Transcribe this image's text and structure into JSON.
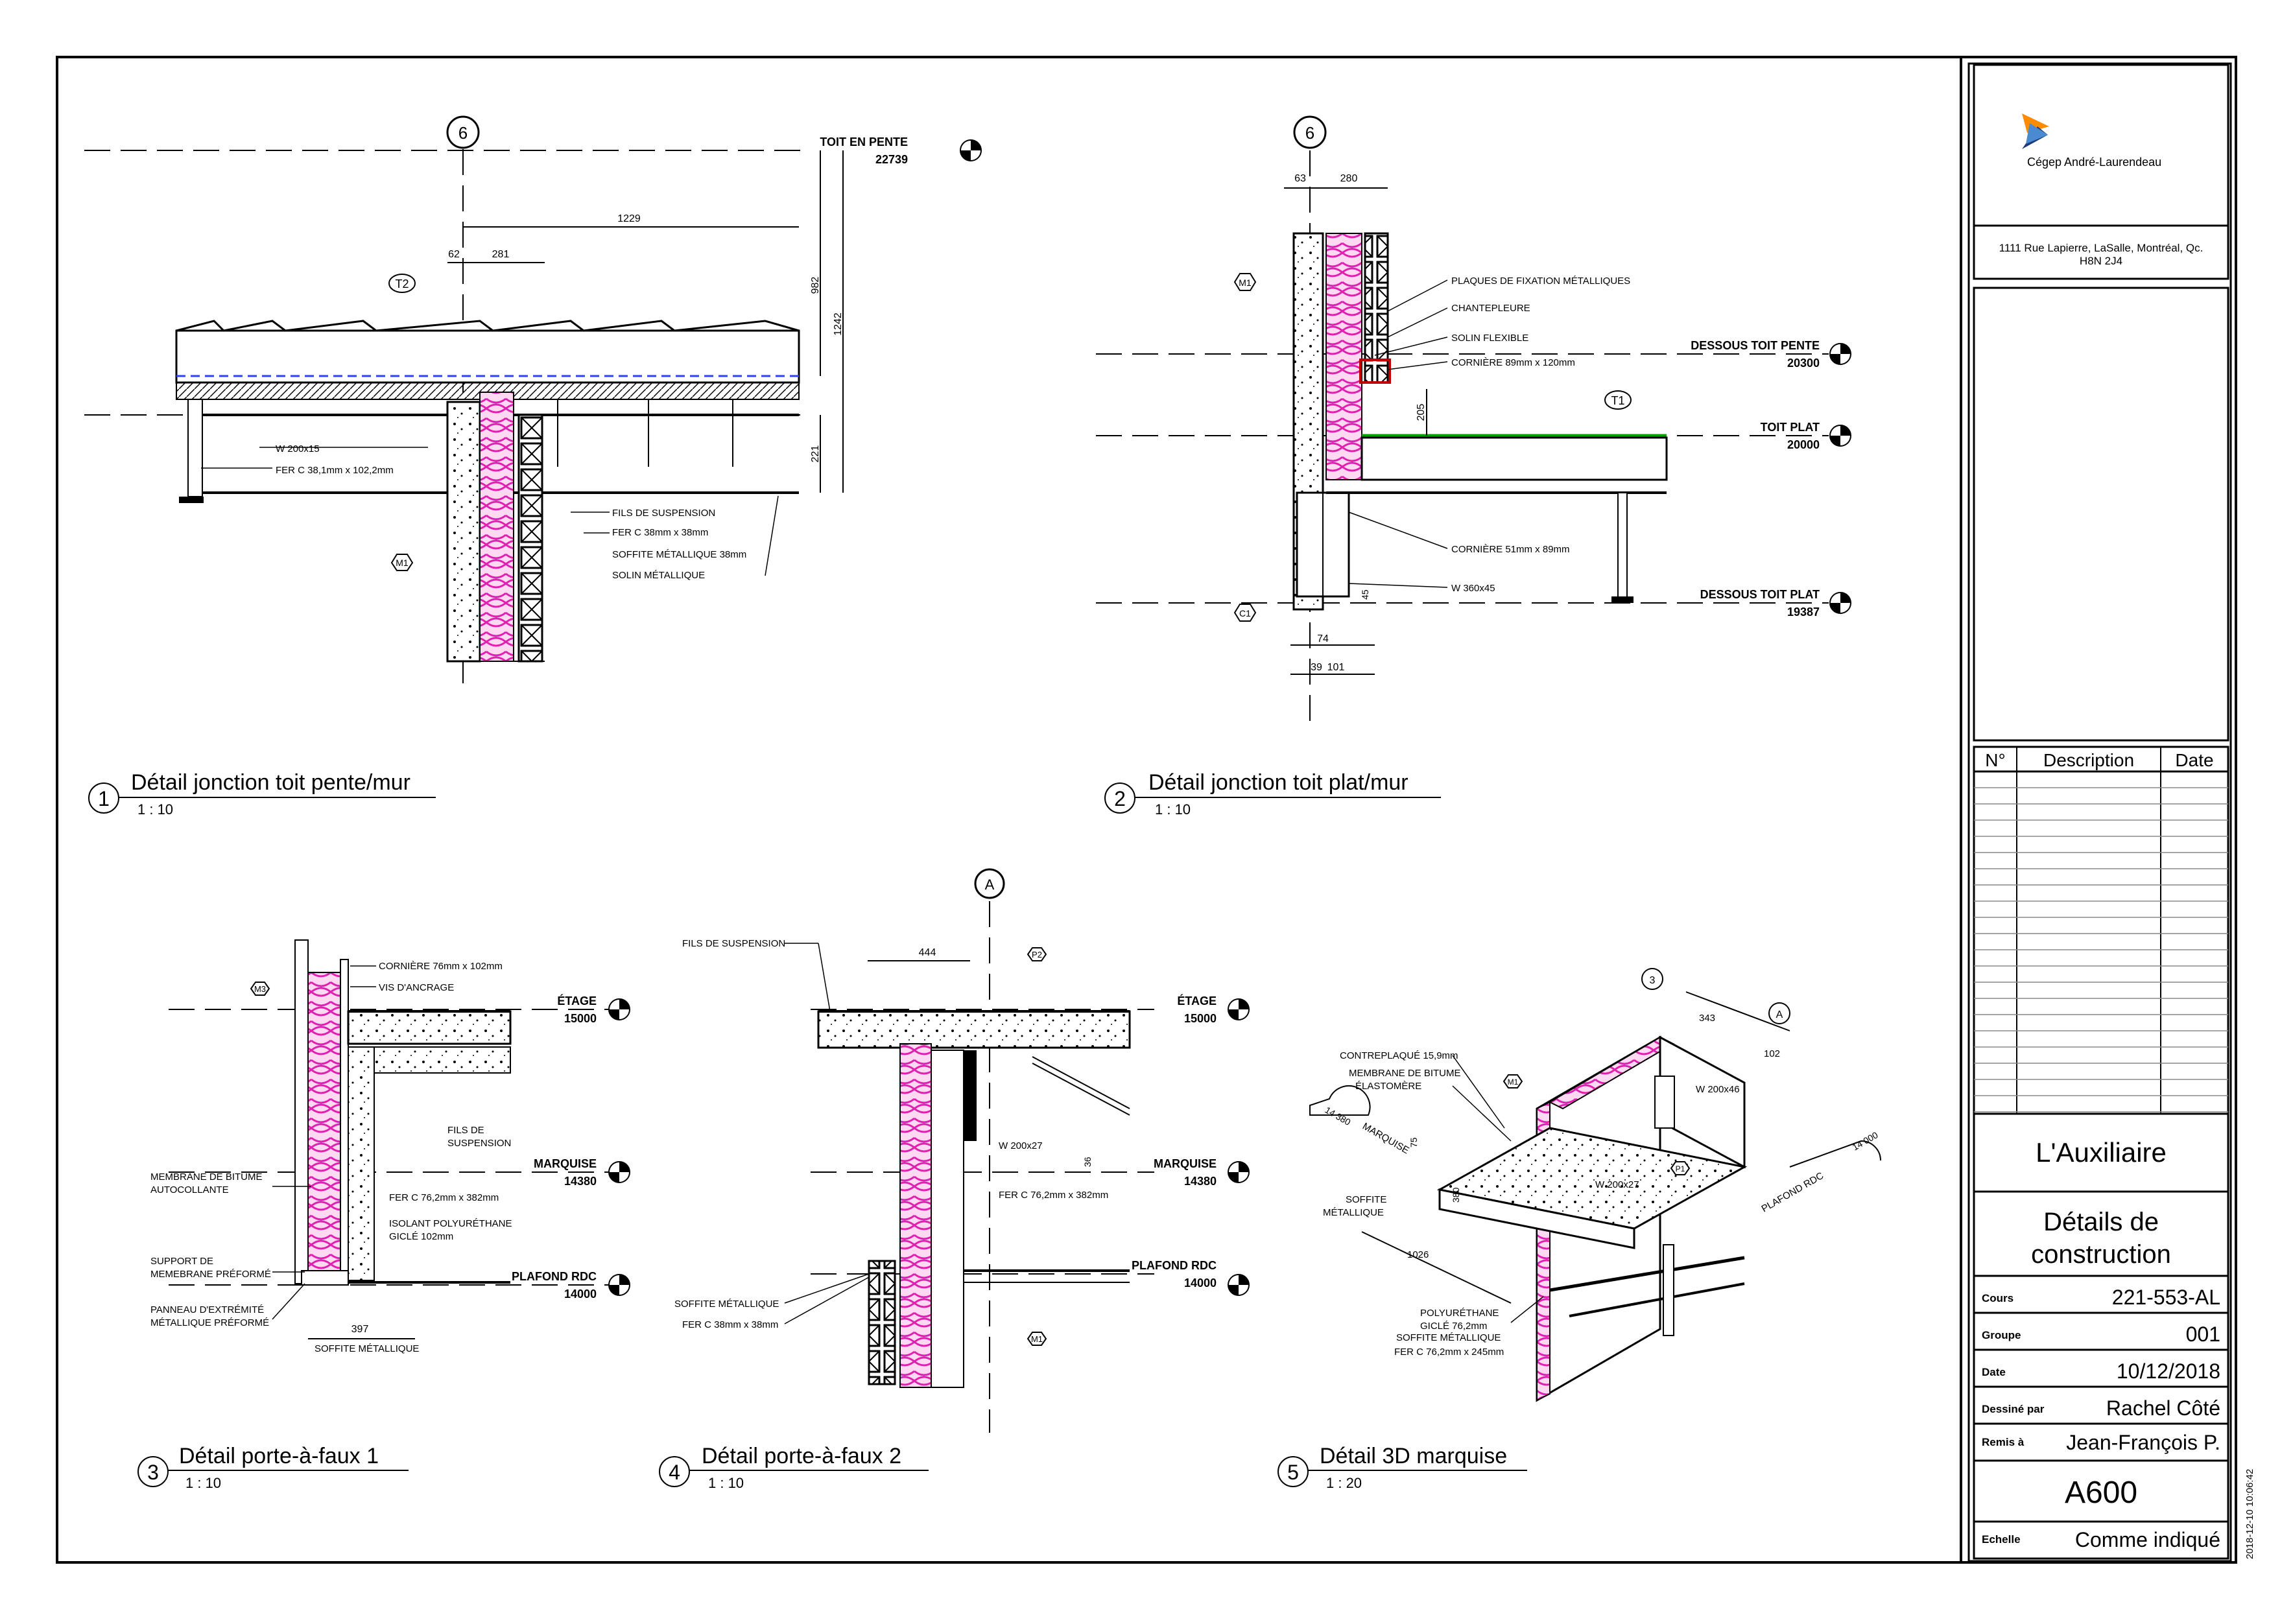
{
  "logo": {
    "text": "Cégep André-Laurendeau",
    "address_line1": "1111 Rue Lapierre, LaSalle, Montréal, Qc.",
    "address_line2": "H8N 2J4"
  },
  "revisions": {
    "headers": [
      "N°",
      "Description",
      "Date"
    ]
  },
  "title_block": {
    "project": "L'Auxiliaire",
    "sheet_title_line1": "Détails de",
    "sheet_title_line2": "construction",
    "rows": [
      {
        "label": "Cours",
        "value": "221-553-AL"
      },
      {
        "label": "Groupe",
        "value": "001"
      },
      {
        "label": "Date",
        "value": "10/12/2018"
      },
      {
        "label": "Dessiné par",
        "value": "Rachel Côté"
      },
      {
        "label": "Remis à",
        "value": "Jean-François P."
      }
    ],
    "sheet_number": "A600",
    "scale_label": "Echelle",
    "scale_value": "Comme indiqué",
    "timestamp": "2018-12-10 10:06:42"
  },
  "views": [
    {
      "number": "1",
      "title": "Détail jonction toit pente/mur",
      "scale": "1 : 10"
    },
    {
      "number": "2",
      "title": "Détail jonction toit plat/mur",
      "scale": "1 : 10"
    },
    {
      "number": "3",
      "title": "Détail porte-à-faux 1",
      "scale": "1 : 10"
    },
    {
      "number": "4",
      "title": "Détail porte-à-faux 2",
      "scale": "1 : 10"
    },
    {
      "number": "5",
      "title": "Détail 3D marquise",
      "scale": "1 : 20"
    }
  ],
  "detail1": {
    "grid": "6",
    "tag_roof": "T2",
    "tag_wall": "M1",
    "level": {
      "name": "TOIT EN PENTE",
      "elev": "22739"
    },
    "dims": [
      "1229",
      "62",
      "281",
      "982",
      "1242",
      "221"
    ],
    "notes": [
      "W 200x15",
      "FER C 38,1mm x 102,2mm",
      "FILS DE SUSPENSION",
      "FER C 38mm x 38mm",
      "SOFFITE MÉTALLIQUE 38mm",
      "SOLIN MÉTALLIQUE"
    ]
  },
  "detail2": {
    "grid": "6",
    "tag_wall": "M1",
    "tag_roof": "T1",
    "tag_col": "C1",
    "levels": [
      {
        "name": "DESSOUS TOIT PENTE",
        "elev": "20300"
      },
      {
        "name": "TOIT PLAT",
        "elev": "20000"
      },
      {
        "name": "DESSOUS TOIT PLAT",
        "elev": "19387"
      }
    ],
    "dims": [
      "63",
      "280",
      "205",
      "74",
      "39",
      "101",
      "45"
    ],
    "notes": [
      "PLAQUES DE FIXATION MÉTALLIQUES",
      "CHANTEPLEURE",
      "SOLIN FLEXIBLE",
      "CORNIÈRE 89mm x 120mm",
      "CORNIÈRE 51mm x 89mm",
      "W 360x45"
    ]
  },
  "detail3": {
    "tag_wall": "M3",
    "levels": [
      {
        "name": "ÉTAGE",
        "elev": "15000"
      },
      {
        "name": "MARQUISE",
        "elev": "14380"
      },
      {
        "name": "PLAFOND RDC",
        "elev": "14000"
      }
    ],
    "dims": [
      "397"
    ],
    "notes": [
      "CORNIÈRE 76mm x 102mm",
      "VIS D'ANCRAGE",
      "FILS DE",
      "SUSPENSION",
      "MEMBRANE DE BITUME",
      "AUTOCOLLANTE",
      "FER C 76,2mm x 382mm",
      "ISOLANT POLYURÉTHANE",
      "GICLÉ 102mm",
      "SUPPORT DE",
      "MEMEBRANE PRÉFORMÉ",
      "PANNEAU D'EXTRÉMITÉ",
      "MÉTALLIQUE PRÉFORMÉ",
      "SOFFITE MÉTALLIQUE"
    ]
  },
  "detail4": {
    "grid": "A",
    "tag_p": "P2",
    "tag_wall": "M1",
    "levels": [
      {
        "name": "ÉTAGE",
        "elev": "15000"
      },
      {
        "name": "MARQUISE",
        "elev": "14380"
      },
      {
        "name": "PLAFOND RDC",
        "elev": "14000"
      }
    ],
    "dims": [
      "444",
      "36"
    ],
    "notes": [
      "FILS DE SUSPENSION",
      "W 200x27",
      "FER C 76,2mm x 382mm",
      "SOFFITE MÉTALLIQUE",
      "FER C 38mm x 38mm"
    ]
  },
  "detail5": {
    "grid_3": "3",
    "grid_a": "A",
    "tag_wall": "M1",
    "tag_p": "P1",
    "levels": [
      {
        "name": "MARQUISE",
        "elev": "14 380"
      },
      {
        "name": "PLAFOND RDC",
        "elev": "14 000"
      }
    ],
    "dims": [
      "343",
      "102",
      "75",
      "380",
      "1026"
    ],
    "notes": [
      "CONTREPLAQUÉ 15,9mm",
      "MEMBRANE DE BITUME",
      "ÉLASTOMÈRE",
      "W 200x46",
      "W 200x27",
      "SOFFITE",
      "MÉTALLIQUE",
      "POLYURÉTHANE",
      "GICLÉ 76,2mm",
      "SOFFITE MÉTALLIQUE",
      "FER C 76,2mm x 245mm"
    ]
  }
}
